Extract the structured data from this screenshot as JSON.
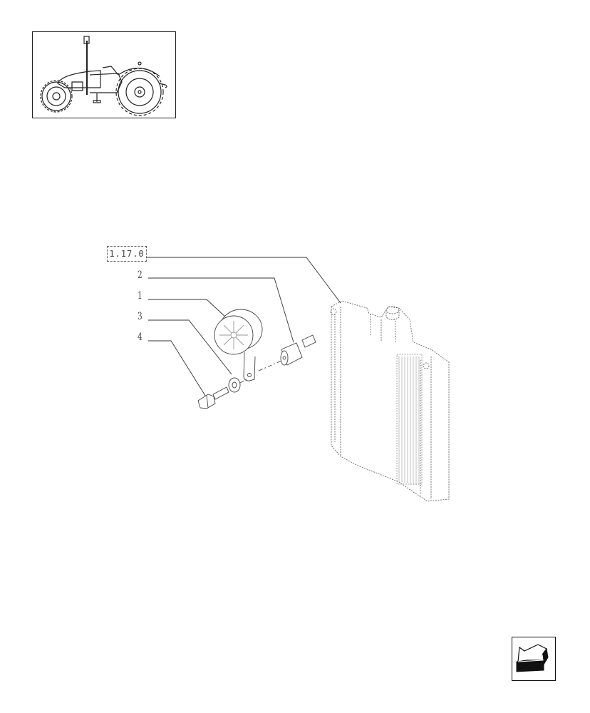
{
  "thumbnail": {
    "subject": "tractor-side-view",
    "icon": "tractor-icon"
  },
  "diagram": {
    "reference": "1.17.0",
    "callouts": [
      {
        "label": "2",
        "part": "spacer-stud"
      },
      {
        "label": "1",
        "part": "horn"
      },
      {
        "label": "3",
        "part": "washer"
      },
      {
        "label": "4",
        "part": "bolt"
      }
    ],
    "assembly": "radiator"
  },
  "navigation": {
    "icon": "arrow-back-icon"
  },
  "colors": {
    "line": "#222222",
    "dashed": "#555555",
    "background": "#ffffff"
  }
}
